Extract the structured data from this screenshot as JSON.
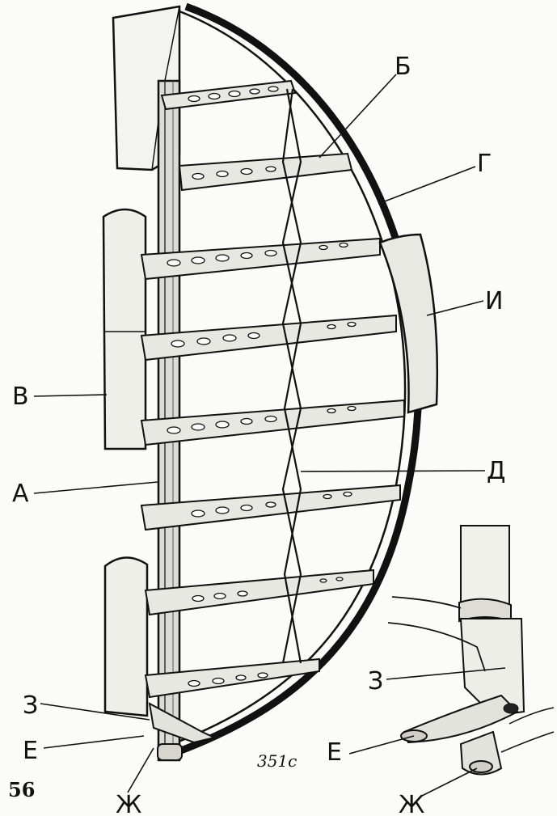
{
  "labels": {
    "A": "А",
    "B": "Б",
    "V": "В",
    "G": "Г",
    "D": "Д",
    "I": "И",
    "Z_main": "З",
    "E_main": "Е",
    "ZH_main": "Ж",
    "Z_detail": "З",
    "E_detail": "Е",
    "ZH_detail": "Ж"
  },
  "page_number": "56",
  "figure_mark": "351c"
}
